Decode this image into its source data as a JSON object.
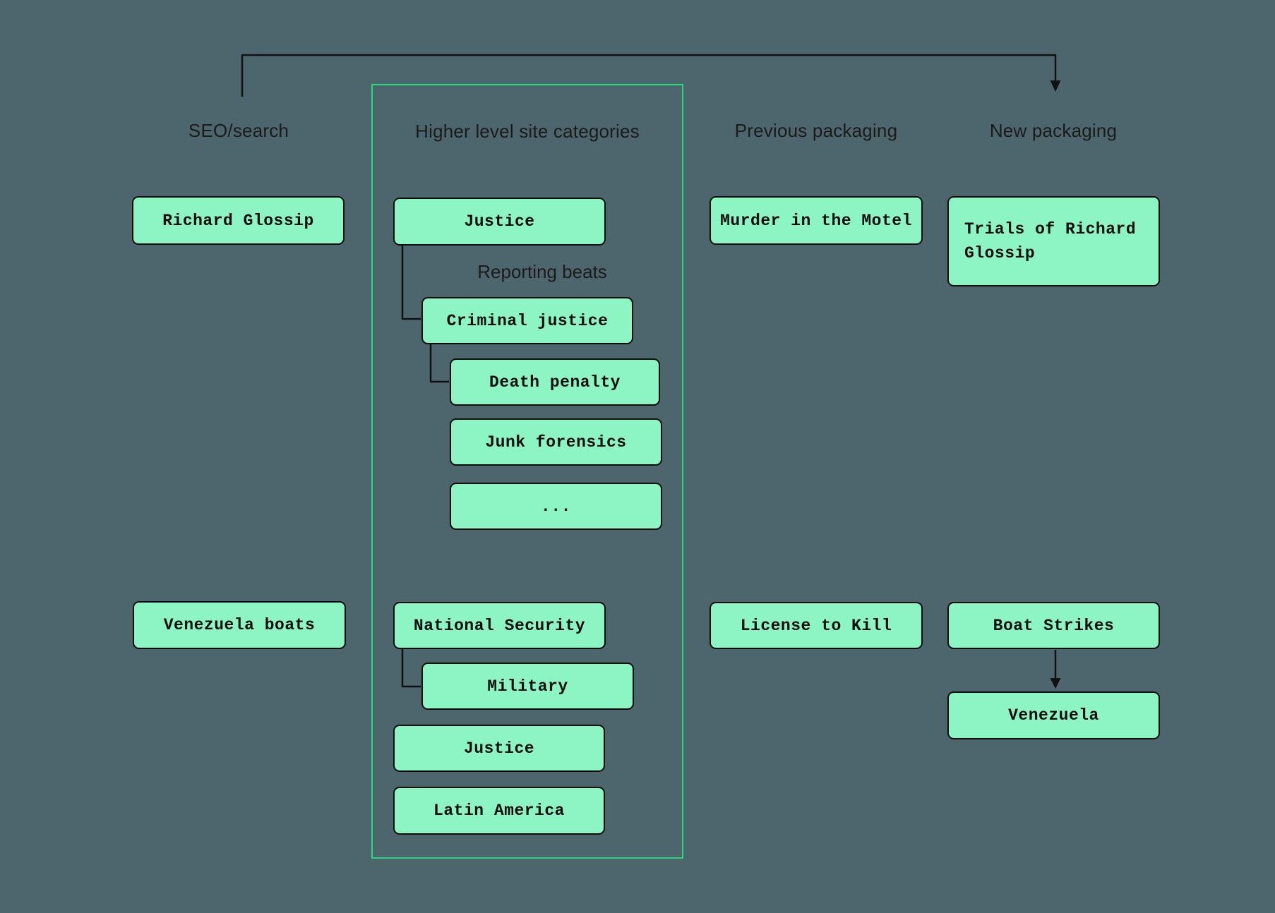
{
  "colors": {
    "background": "#4d656c",
    "box_fill": "#8df5c3",
    "box_border": "#0d0d0d",
    "container_border": "#26d97a",
    "line": "#111111",
    "text": "#0d0d0d"
  },
  "columns": [
    {
      "label": "SEO/search"
    },
    {
      "label": "Higher level site categories"
    },
    {
      "label": "Previous packaging"
    },
    {
      "label": "New packaging"
    }
  ],
  "labels": {
    "reporting_beats": "Reporting beats"
  },
  "nodes": {
    "richard_glossip": "Richard Glossip",
    "venezuela_boats": "Venezuela boats",
    "justice_top": "Justice",
    "criminal_justice": "Criminal justice",
    "death_penalty": "Death penalty",
    "junk_forensics": "Junk forensics",
    "ellipsis": "...",
    "national_security": "National Security",
    "military": "Military",
    "justice_bottom": "Justice",
    "latin_america": "Latin America",
    "murder_in_the_motel": "Murder in the Motel",
    "license_to_kill": "License to Kill",
    "trials_of_richard_glossip": "Trials of Richard Glossip",
    "boat_strikes": "Boat Strikes",
    "venezuela": "Venezuela"
  }
}
